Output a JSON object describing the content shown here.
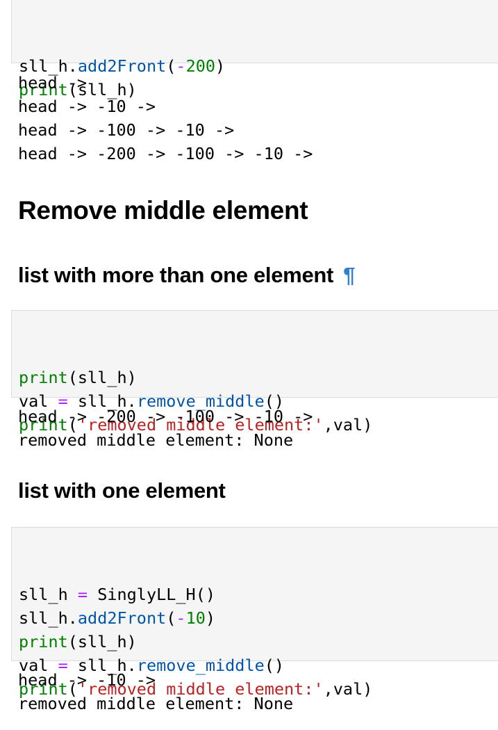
{
  "cells": [
    {
      "id": "cell1",
      "code": [
        [
          {
            "t": "nm",
            "v": "sll_h"
          },
          {
            "t": "p",
            "v": "."
          },
          {
            "t": "fn",
            "v": "add2Front"
          },
          {
            "t": "p",
            "v": "("
          },
          {
            "t": "op",
            "v": "-"
          },
          {
            "t": "num",
            "v": "200"
          },
          {
            "t": "p",
            "v": ")"
          }
        ],
        [
          {
            "t": "kw",
            "v": "print"
          },
          {
            "t": "p",
            "v": "("
          },
          {
            "t": "nm",
            "v": "sll_h"
          },
          {
            "t": "p",
            "v": ")"
          }
        ]
      ],
      "output": [
        "head ->",
        "head -> -10 ->",
        "head -> -100 -> -10 ->",
        "head -> -200 -> -100 -> -10 ->"
      ]
    },
    {
      "id": "cell2",
      "code": [
        [
          {
            "t": "kw",
            "v": "print"
          },
          {
            "t": "p",
            "v": "("
          },
          {
            "t": "nm",
            "v": "sll_h"
          },
          {
            "t": "p",
            "v": ")"
          }
        ],
        [
          {
            "t": "nm",
            "v": "val"
          },
          {
            "t": "p",
            "v": " "
          },
          {
            "t": "op",
            "v": "="
          },
          {
            "t": "p",
            "v": " "
          },
          {
            "t": "nm",
            "v": "sll_h"
          },
          {
            "t": "p",
            "v": "."
          },
          {
            "t": "fn",
            "v": "remove_middle"
          },
          {
            "t": "p",
            "v": "()"
          }
        ],
        [
          {
            "t": "kw",
            "v": "print"
          },
          {
            "t": "p",
            "v": "("
          },
          {
            "t": "str",
            "v": "'removed middle element:'"
          },
          {
            "t": "p",
            "v": ","
          },
          {
            "t": "nm",
            "v": "val"
          },
          {
            "t": "p",
            "v": ")"
          }
        ]
      ],
      "output": [
        "head -> -200 -> -100 -> -10 ->",
        "removed middle element: None"
      ]
    },
    {
      "id": "cell3",
      "code": [
        [
          {
            "t": "nm",
            "v": "sll_h"
          },
          {
            "t": "p",
            "v": " "
          },
          {
            "t": "op",
            "v": "="
          },
          {
            "t": "p",
            "v": " "
          },
          {
            "t": "nm",
            "v": "SinglyLL_H"
          },
          {
            "t": "p",
            "v": "()"
          }
        ],
        [
          {
            "t": "nm",
            "v": "sll_h"
          },
          {
            "t": "p",
            "v": "."
          },
          {
            "t": "fn",
            "v": "add2Front"
          },
          {
            "t": "p",
            "v": "("
          },
          {
            "t": "op",
            "v": "-"
          },
          {
            "t": "num",
            "v": "10"
          },
          {
            "t": "p",
            "v": ")"
          }
        ],
        [
          {
            "t": "kw",
            "v": "print"
          },
          {
            "t": "p",
            "v": "("
          },
          {
            "t": "nm",
            "v": "sll_h"
          },
          {
            "t": "p",
            "v": ")"
          }
        ],
        [
          {
            "t": "nm",
            "v": "val"
          },
          {
            "t": "p",
            "v": " "
          },
          {
            "t": "op",
            "v": "="
          },
          {
            "t": "p",
            "v": " "
          },
          {
            "t": "nm",
            "v": "sll_h"
          },
          {
            "t": "p",
            "v": "."
          },
          {
            "t": "fn",
            "v": "remove_middle"
          },
          {
            "t": "p",
            "v": "()"
          }
        ],
        [
          {
            "t": "kw",
            "v": "print"
          },
          {
            "t": "p",
            "v": "("
          },
          {
            "t": "str",
            "v": "'removed middle element:'"
          },
          {
            "t": "p",
            "v": ","
          },
          {
            "t": "nm",
            "v": "val"
          },
          {
            "t": "p",
            "v": ")"
          }
        ]
      ],
      "output": [
        "head -> -10 ->",
        "removed middle element: None"
      ]
    }
  ],
  "headings": {
    "remove_middle": "Remove middle element",
    "more_than_one": "list with more than one element",
    "pilcrow": "¶",
    "one_element": "list with one element"
  },
  "colors": {
    "keyword": "#008000",
    "function": "#0055aa",
    "number": "#008000",
    "operator": "#aa22ff",
    "string": "#ba2121",
    "cell_background": "#f5f5f5",
    "anchor_link": "#2f80d1"
  }
}
